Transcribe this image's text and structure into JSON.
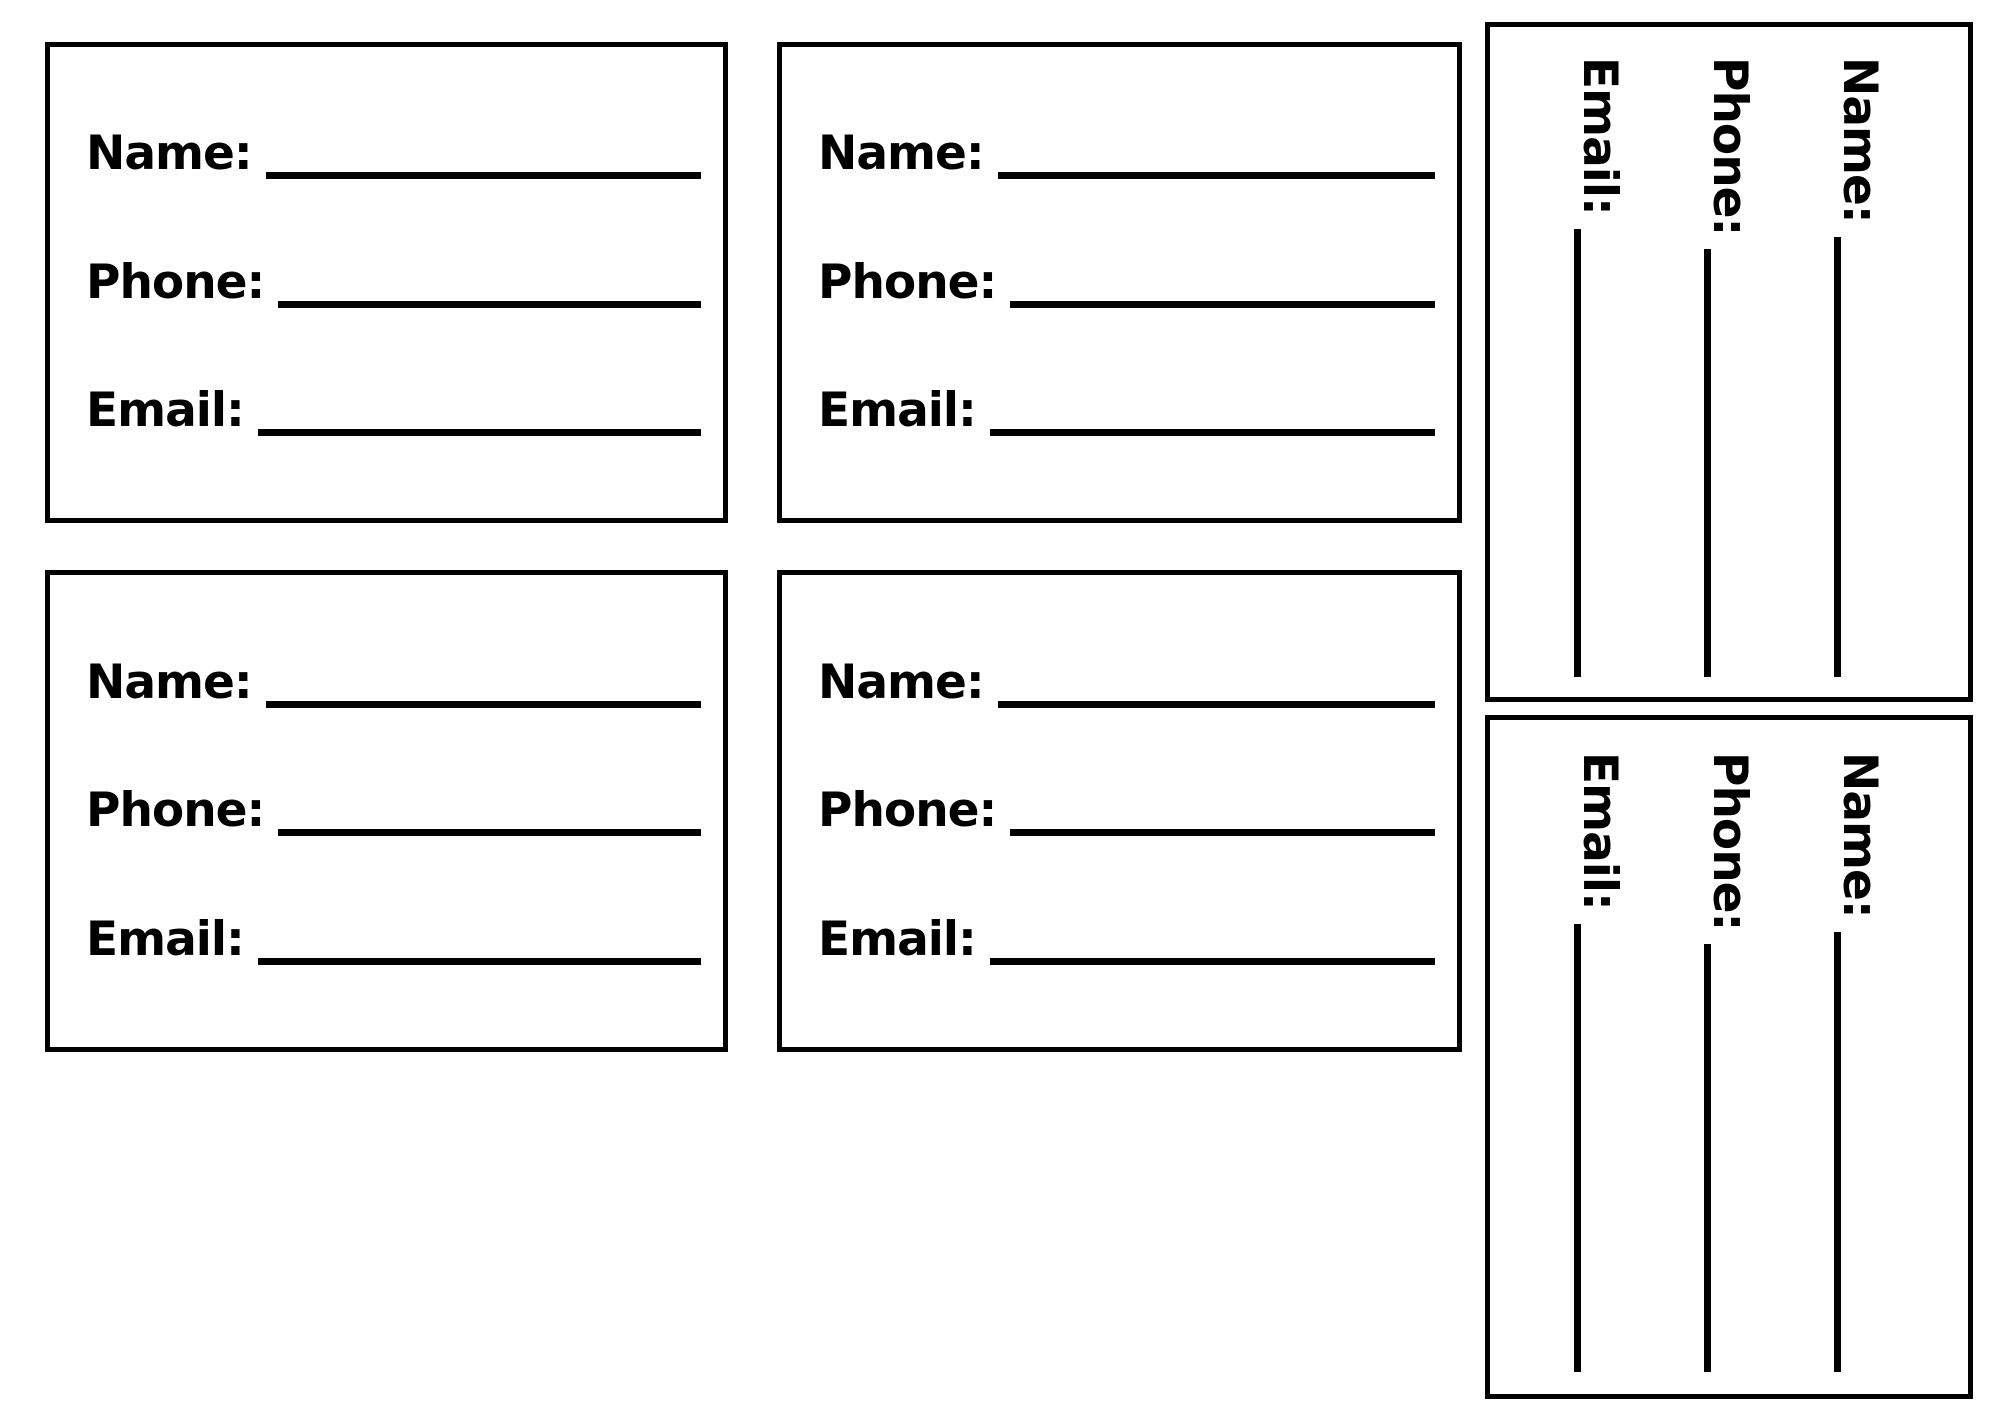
{
  "page": {
    "background": "#ffffff",
    "ink": "#000000",
    "description": "Printable blank contact information cards: four horizontal cards and two sideways (rotated 90°) cards"
  },
  "form": {
    "field_labels": [
      "Name:",
      "Phone:",
      "Email:"
    ]
  },
  "cards": [
    {
      "name": "contact-card-1",
      "orientation": "horizontal",
      "fields": [
        {
          "label": "Name:"
        },
        {
          "label": "Phone:"
        },
        {
          "label": "Email:"
        }
      ]
    },
    {
      "name": "contact-card-2",
      "orientation": "horizontal",
      "fields": [
        {
          "label": "Name:"
        },
        {
          "label": "Phone:"
        },
        {
          "label": "Email:"
        }
      ]
    },
    {
      "name": "contact-card-3",
      "orientation": "horizontal",
      "fields": [
        {
          "label": "Name:"
        },
        {
          "label": "Phone:"
        },
        {
          "label": "Email:"
        }
      ]
    },
    {
      "name": "contact-card-4",
      "orientation": "horizontal",
      "fields": [
        {
          "label": "Name:"
        },
        {
          "label": "Phone:"
        },
        {
          "label": "Email:"
        }
      ]
    },
    {
      "name": "contact-card-5",
      "orientation": "vertical-rotated",
      "fields": [
        {
          "label": "Name:"
        },
        {
          "label": "Phone:"
        },
        {
          "label": "Email:"
        }
      ]
    },
    {
      "name": "contact-card-6",
      "orientation": "vertical-rotated",
      "fields": [
        {
          "label": "Name:"
        },
        {
          "label": "Phone:"
        },
        {
          "label": "Email:"
        }
      ]
    }
  ]
}
